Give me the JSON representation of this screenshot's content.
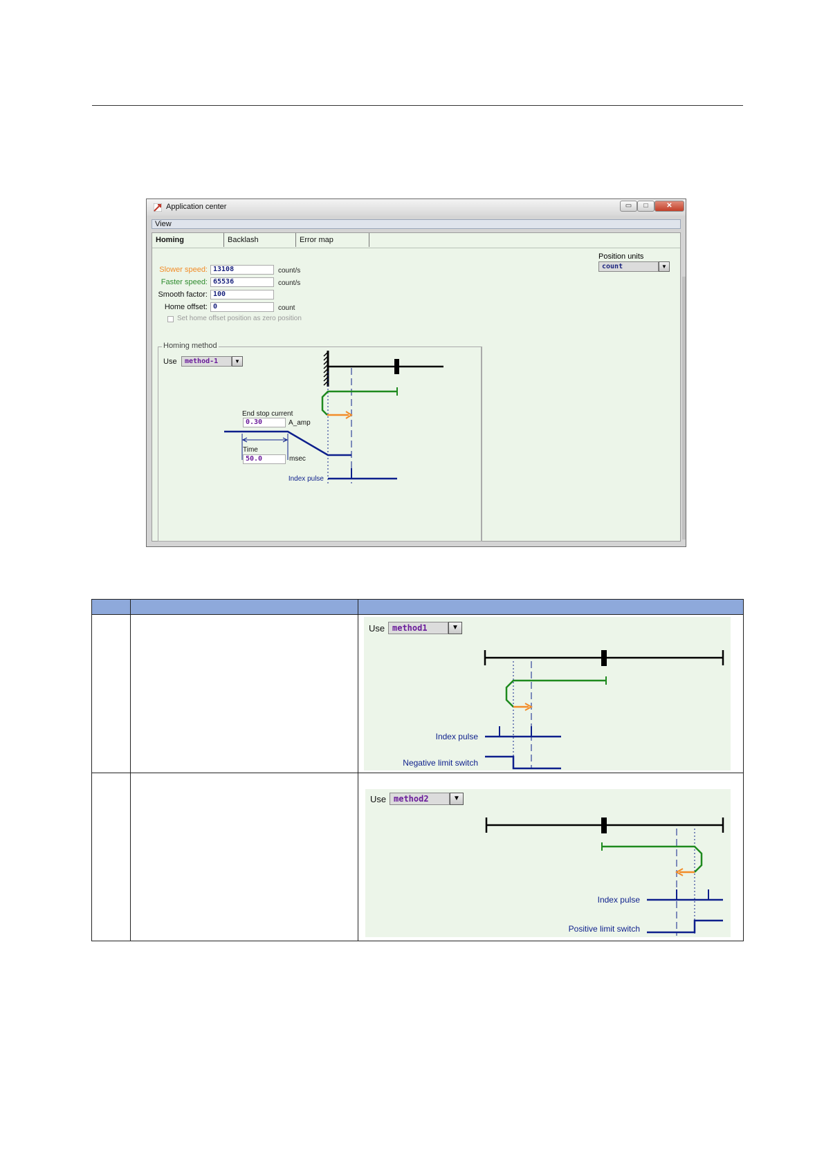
{
  "window": {
    "title": "Application center",
    "menu_view": "View",
    "controls": {
      "minimize": "▭",
      "maximize": "□",
      "close": "✕"
    },
    "tabs": [
      "Homing",
      "Backlash",
      "Error map"
    ],
    "position_units_label": "Position units",
    "position_units_value": "count",
    "fields": {
      "slower_speed": {
        "label": "Slower speed:",
        "value": "13108",
        "unit": "count/s",
        "color": "#f28c28"
      },
      "faster_speed": {
        "label": "Faster speed:",
        "value": "65536",
        "unit": "count/s",
        "color": "#2e8b2e"
      },
      "smooth_factor": {
        "label": "Smooth factor:",
        "value": "100"
      },
      "home_offset": {
        "label": "Home offset:",
        "value": "0",
        "unit": "count"
      }
    },
    "checkbox_label": "Set home offset position as zero position",
    "homing_group_label": "Homing method",
    "use_label": "Use",
    "method_value": "method-1",
    "diagram": {
      "end_stop_current_label": "End stop current",
      "end_stop_current_value": "0.30",
      "end_stop_current_unit": "A_amp",
      "time_label": "Time",
      "time_value": "50.0",
      "time_unit": "msec",
      "index_pulse_label": "Index pulse"
    }
  },
  "table": {
    "header_color": "#8ea9db",
    "rows": [
      {
        "use_label": "Use",
        "method": "method1",
        "index_pulse_label": "Index pulse",
        "switch_label": "Negative limit switch"
      },
      {
        "use_label": "Use",
        "method": "method2",
        "index_pulse_label": "Index pulse",
        "switch_label": "Positive limit switch"
      }
    ]
  },
  "colors": {
    "slow_arrow": "#f28c28",
    "fast_path": "#1e8a1e",
    "signal": "#0d1f8c",
    "background_green": "#ecf5e9"
  }
}
